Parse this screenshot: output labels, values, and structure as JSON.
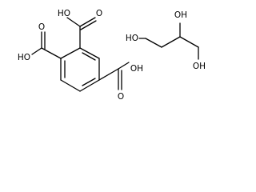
{
  "molecules": [
    {
      "id": "trimellitic-acid",
      "labels": {
        "carboxyl_top": "HO",
        "carboxyl_top_oxo": "O",
        "carboxyl_left": "HO",
        "carboxyl_left_oxo": "O",
        "carboxyl_bottom_right": "OH",
        "carboxyl_bottom_right_oxo": "O"
      }
    },
    {
      "id": "glycerol",
      "labels": {
        "hydroxyl_left": "HO",
        "hydroxyl_top": "OH",
        "hydroxyl_right": "OH"
      }
    }
  ]
}
